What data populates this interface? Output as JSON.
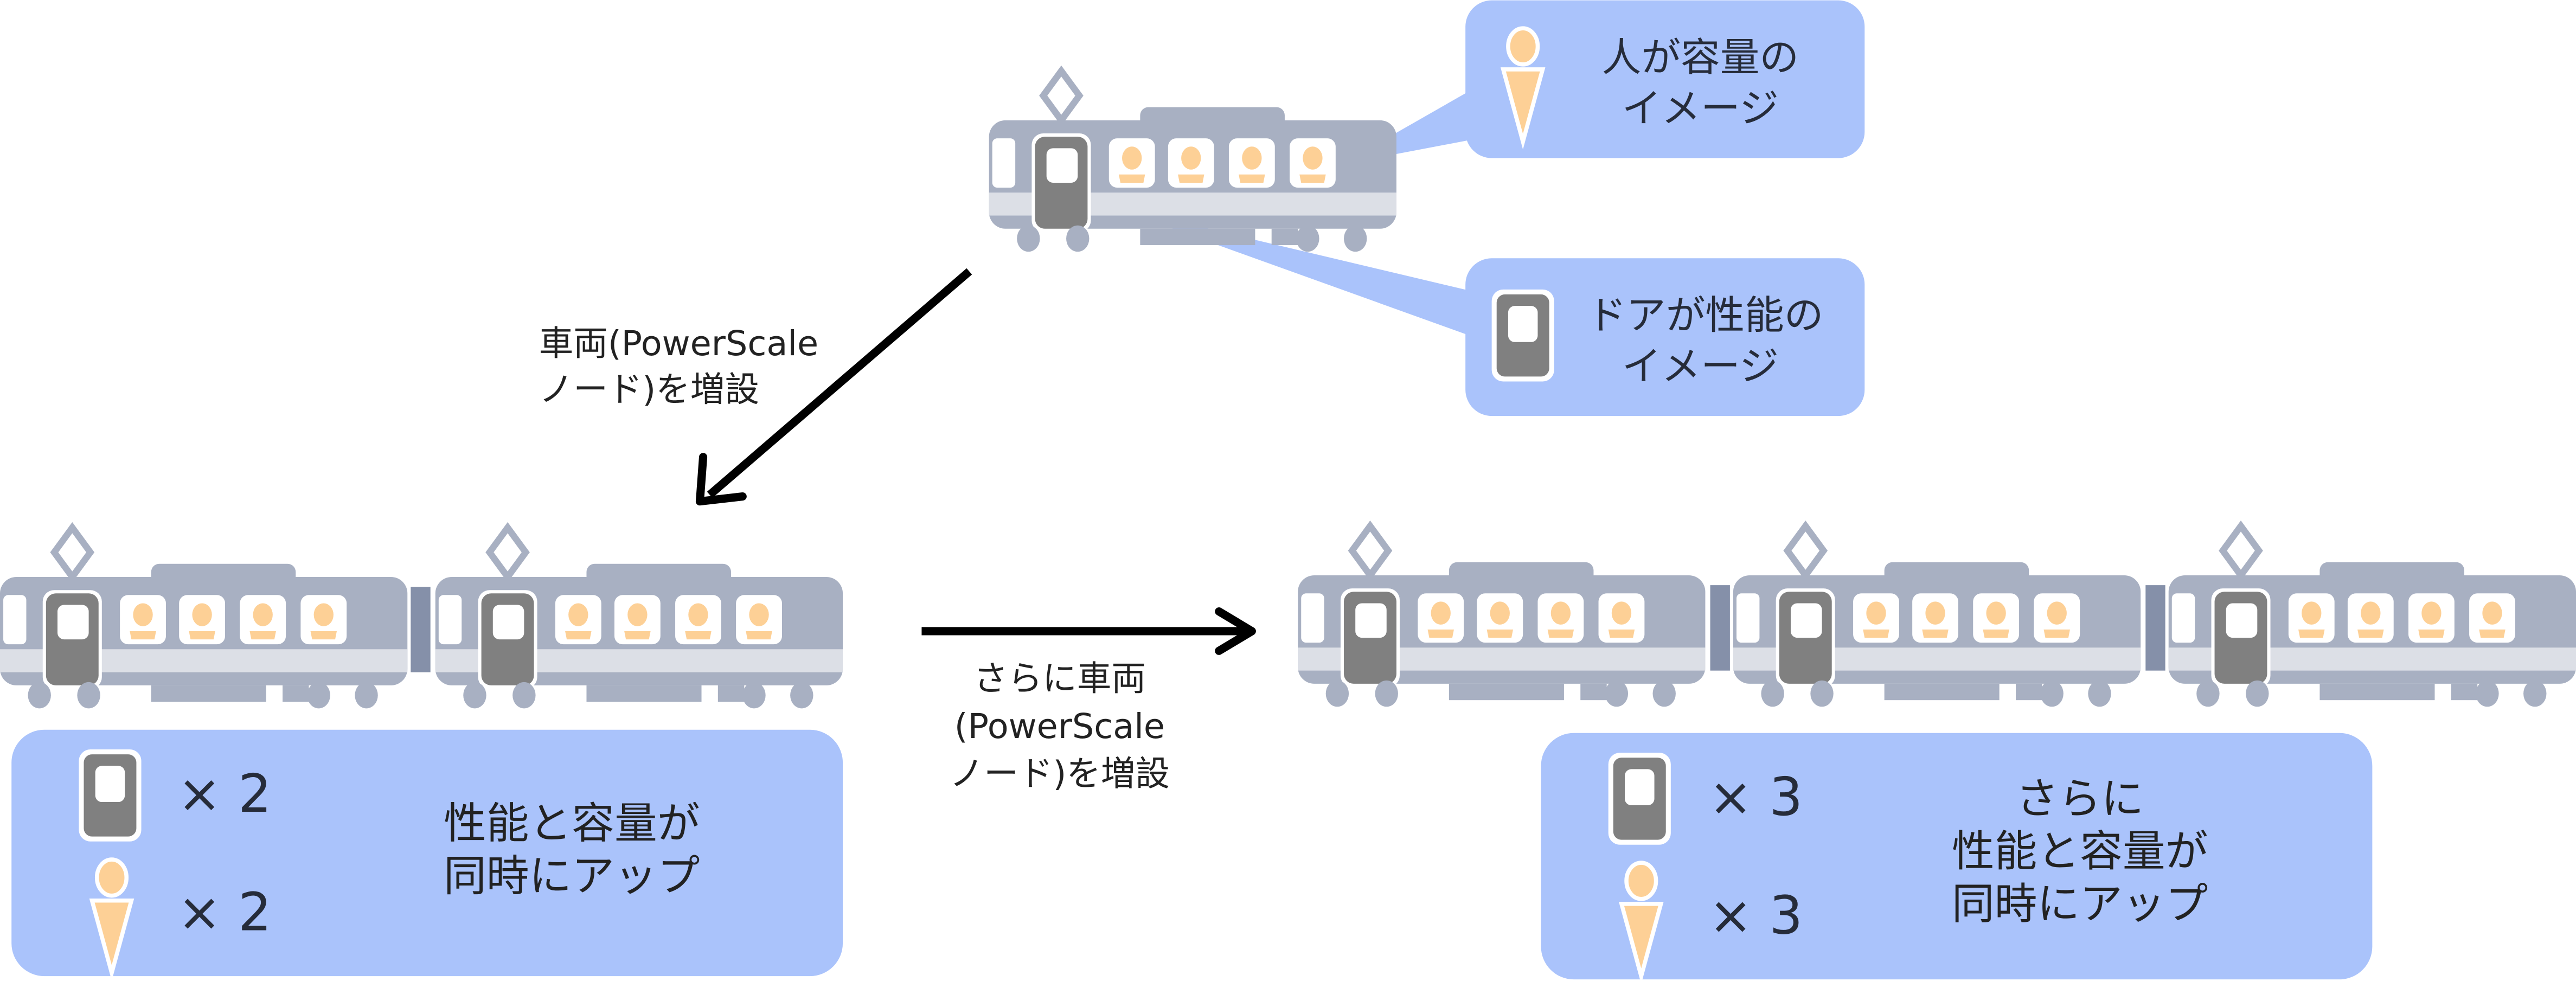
{
  "colors": {
    "car_body": "#a8b0c2",
    "car_stripe": "#dcdfe6",
    "door": "#808080",
    "person": "#fdd096",
    "callout": "#aac3fb",
    "coupler": "#8590a9",
    "arrow": "#000000"
  },
  "legend_callouts": {
    "person": {
      "line1": "人が容量の",
      "line2": "イメージ",
      "icon": "person-icon"
    },
    "door": {
      "line1": "ドアが性能の",
      "line2": "イメージ",
      "icon": "door-icon"
    }
  },
  "arrows": {
    "first": {
      "line1": "車両(PowerScale",
      "line2": "ノード)を増設"
    },
    "second": {
      "line1": "さらに車両",
      "line2": "(PowerScale",
      "line3": "ノード)を増設"
    }
  },
  "stages": [
    {
      "name": "single-car",
      "cars": 1,
      "doors": 1,
      "people_per_car": 4
    },
    {
      "name": "two-cars",
      "cars": 2,
      "doors": 2,
      "people_per_car": 4
    },
    {
      "name": "three-cars",
      "cars": 3,
      "doors": 3,
      "people_per_car": 4
    }
  ],
  "summary_two": {
    "door_count": "× 2",
    "person_count": "× 2",
    "line1": "性能と容量が",
    "line2": "同時にアップ"
  },
  "summary_three": {
    "door_count": "× 3",
    "person_count": "× 3",
    "line1": "さらに",
    "line2": "性能と容量が",
    "line3": "同時にアップ"
  }
}
